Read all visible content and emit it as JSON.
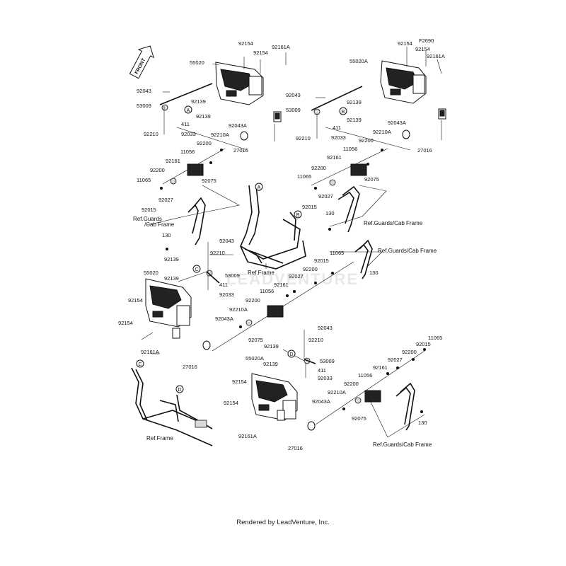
{
  "front_label": "FRONT",
  "watermark": "LEADVENTURE",
  "footer": "Rendered by LeadVenture, Inc.",
  "circle_refs": [
    "A",
    "B",
    "C",
    "D"
  ],
  "labels": [
    "92154",
    "92154",
    "92161A",
    "55020",
    "92043",
    "92139",
    "53009",
    "92139",
    "411",
    "92210",
    "92033",
    "92043A",
    "92210A",
    "27016",
    "92200",
    "11056",
    "92161",
    "92200",
    "11065",
    "92075",
    "92027",
    "92015",
    "Ref.Guards",
    "/Cab Frame",
    "130",
    "92154",
    "F2690",
    "92154",
    "92161A",
    "55020A",
    "92043",
    "92139",
    "53009",
    "92139",
    "411",
    "92210",
    "92033",
    "92043A",
    "92210A",
    "27016",
    "92200",
    "11056",
    "92161",
    "92200",
    "11065",
    "92075",
    "92027",
    "92015",
    "130",
    "Ref.Guards/Cab Frame",
    "Ref.Frame",
    "92043",
    "92210",
    "92139",
    "53009",
    "92139",
    "411",
    "92033",
    "55020",
    "Ref.Guards/Cab Frame",
    "11065",
    "92015",
    "130",
    "92200",
    "92027",
    "92161",
    "11056",
    "92200",
    "92210A",
    "92154",
    "92043A",
    "92154",
    "92075",
    "92161A",
    "27016",
    "92043",
    "92139",
    "92210",
    "55020A",
    "53009",
    "92139",
    "411",
    "92033",
    "11065",
    "92015",
    "92200",
    "92027",
    "92161",
    "11056",
    "92200",
    "92210A",
    "92154",
    "92043A",
    "92154",
    "92075",
    "130",
    "92161A",
    "27016",
    "Ref.Guards/Cab Frame",
    "Ref.Frame"
  ]
}
